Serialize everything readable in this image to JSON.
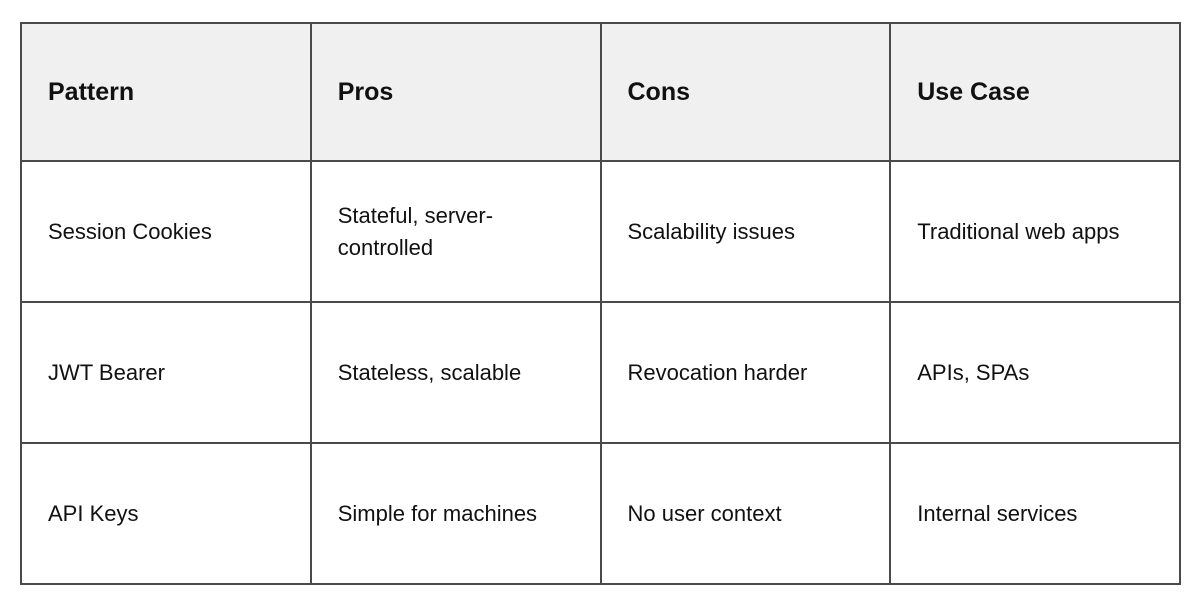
{
  "table": {
    "headers": [
      {
        "label": "Pattern"
      },
      {
        "label": "Pros"
      },
      {
        "label": "Cons"
      },
      {
        "label": "Use Case"
      }
    ],
    "rows": [
      {
        "pattern": "Session Cookies",
        "pros": "Stateful, server-controlled",
        "cons": "Scalability issues",
        "use_case": "Traditional web apps"
      },
      {
        "pattern": "JWT Bearer",
        "pros": "Stateless, scalable",
        "cons": "Revocation harder",
        "use_case": "APIs, SPAs"
      },
      {
        "pattern": "API Keys",
        "pros": "Simple for machines",
        "cons": "No user context",
        "use_case": "Internal services"
      }
    ],
    "colors": {
      "header_background": "#f0f0f0",
      "border": "#4a4a4a",
      "text": "#111111",
      "cell_background": "#ffffff"
    }
  }
}
